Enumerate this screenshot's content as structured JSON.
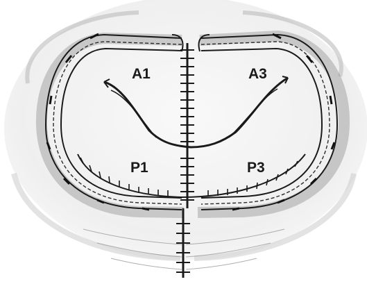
{
  "figure": {
    "labels": {
      "a1": "A1",
      "a3": "A3",
      "p1": "P1",
      "p3": "P3"
    }
  },
  "colors": {
    "background": "#ffffff",
    "ink": "#1a1a1a",
    "shading": "#8a8a8a",
    "tissue": "#f3f3f3"
  }
}
